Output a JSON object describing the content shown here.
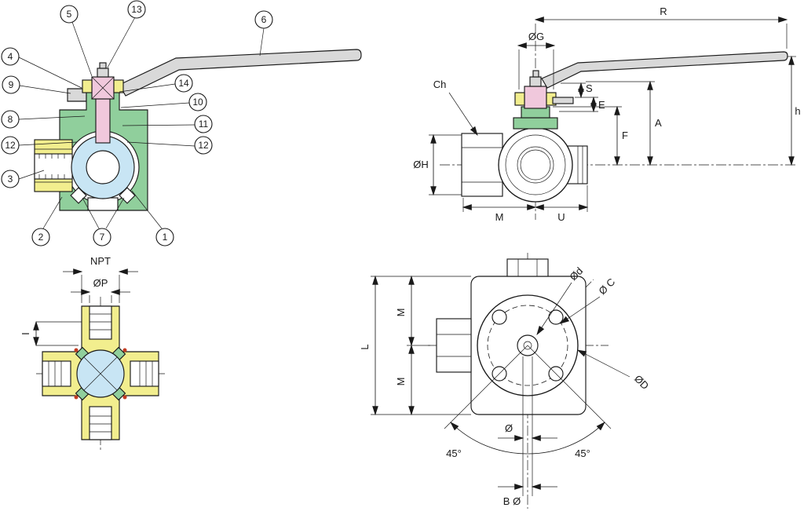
{
  "colors": {
    "body_green": "#90cf9c",
    "brass_yellow": "#f2ee8e",
    "stem_pink": "#f0c8dc",
    "ball_blue": "#c8e5f4",
    "handle_gray": "#d9d9d9",
    "seal_red": "#c23b22",
    "line": "#1a1a1a",
    "background": "#ffffff"
  },
  "section_view": {
    "callouts": {
      "n1": "1",
      "n2": "2",
      "n3": "3",
      "n4": "4",
      "n5": "5",
      "n6": "6",
      "n7": "7",
      "n8": "8",
      "n9": "9",
      "n10": "10",
      "n11": "11",
      "n12a": "12",
      "n12b": "12",
      "n13": "13",
      "n14": "14"
    }
  },
  "side_view": {
    "labels": {
      "R": "R",
      "OG": "ØG",
      "Ch": "Ch",
      "S": "S",
      "E": "E",
      "F": "F",
      "A": "A",
      "h": "h",
      "OH": "ØH",
      "M": "M",
      "U": "U"
    }
  },
  "cross_view": {
    "labels": {
      "NPT": "NPT",
      "OP": "ØP",
      "I": "I"
    }
  },
  "front_view": {
    "labels": {
      "M_top": "M",
      "M_bottom": "M",
      "L": "L",
      "Od": "Ød",
      "OC": "Ø C",
      "OD": "ØD",
      "angle_left": "45°",
      "angle_right": "45°",
      "square": "Ø",
      "B": "B Ø"
    }
  }
}
